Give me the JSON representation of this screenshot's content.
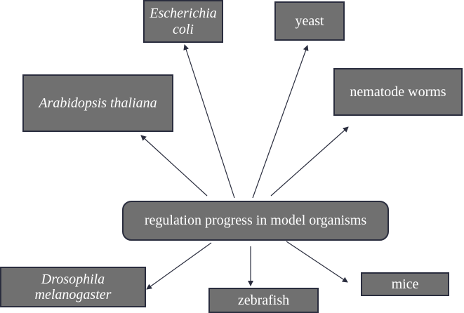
{
  "diagram": {
    "center": {
      "label": "regulation progress in model organisms"
    },
    "organisms": {
      "escherichia_coli": {
        "line1": "Escherichia",
        "line2": "coli"
      },
      "yeast": {
        "label": "yeast"
      },
      "arabidopsis": {
        "label": "Arabidopsis thaliana"
      },
      "nematode": {
        "label": "nematode worms"
      },
      "drosophila": {
        "line1": "Drosophila",
        "line2": "melanogaster"
      },
      "zebrafish": {
        "label": "zebrafish"
      },
      "mice": {
        "label": "mice"
      }
    },
    "colors": {
      "box_fill": "#707070",
      "box_border": "#2a2d3e",
      "arrow": "#2a2d3e",
      "text": "#ffffff"
    }
  }
}
